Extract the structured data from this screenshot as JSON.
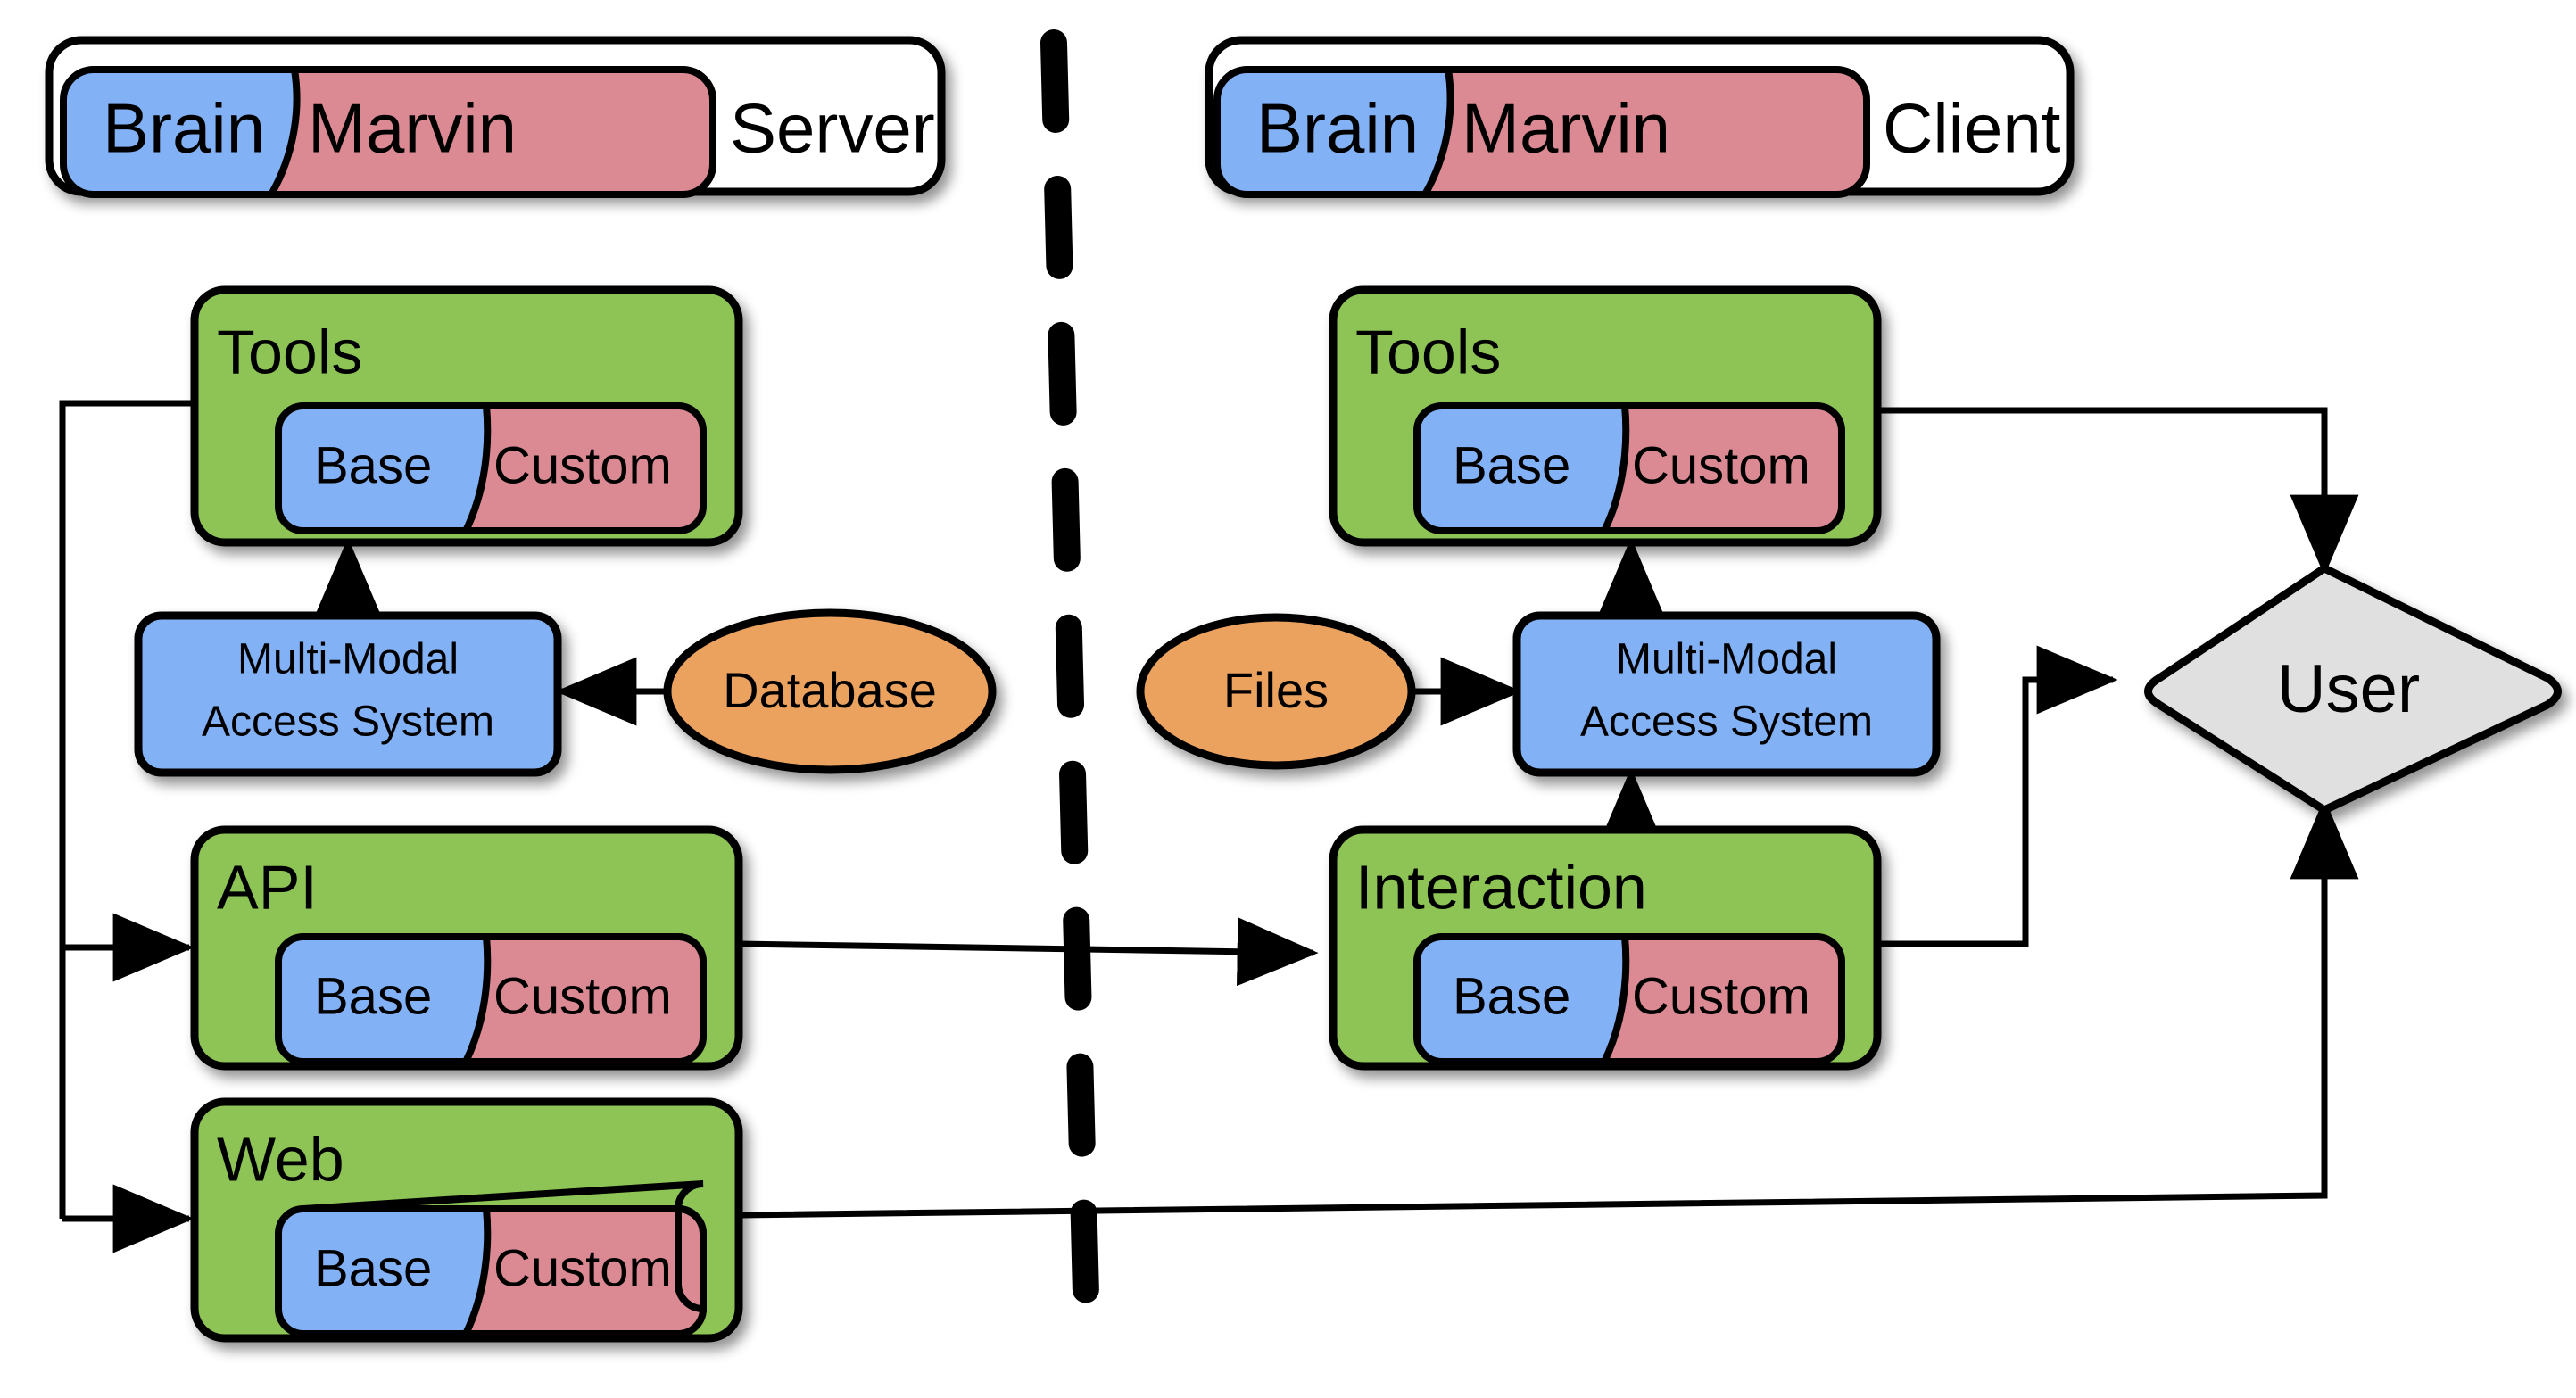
{
  "diagram": {
    "title_server": {
      "brand_left": "Brain",
      "brand_right": "Marvin",
      "suffix": "Server"
    },
    "title_client": {
      "brand_left": "Brain",
      "brand_right": "Marvin",
      "suffix": "Client"
    },
    "pill": {
      "base": "Base",
      "custom": "Custom"
    },
    "server": {
      "tools": "Tools",
      "api": "API",
      "web": "Web",
      "mmas_line1": "Multi-Modal",
      "mmas_line2": "Access System",
      "database": "Database"
    },
    "client": {
      "tools": "Tools",
      "interaction": "Interaction",
      "mmas_line1": "Multi-Modal",
      "mmas_line2": "Access System",
      "files": "Files"
    },
    "user": "User",
    "colors": {
      "green": "#8dc455",
      "blue": "#82b1f5",
      "red": "#db8a94",
      "orange": "#eba25e",
      "grey": "#e0e0e0",
      "stroke": "#000000",
      "background": "#ffffff"
    }
  }
}
